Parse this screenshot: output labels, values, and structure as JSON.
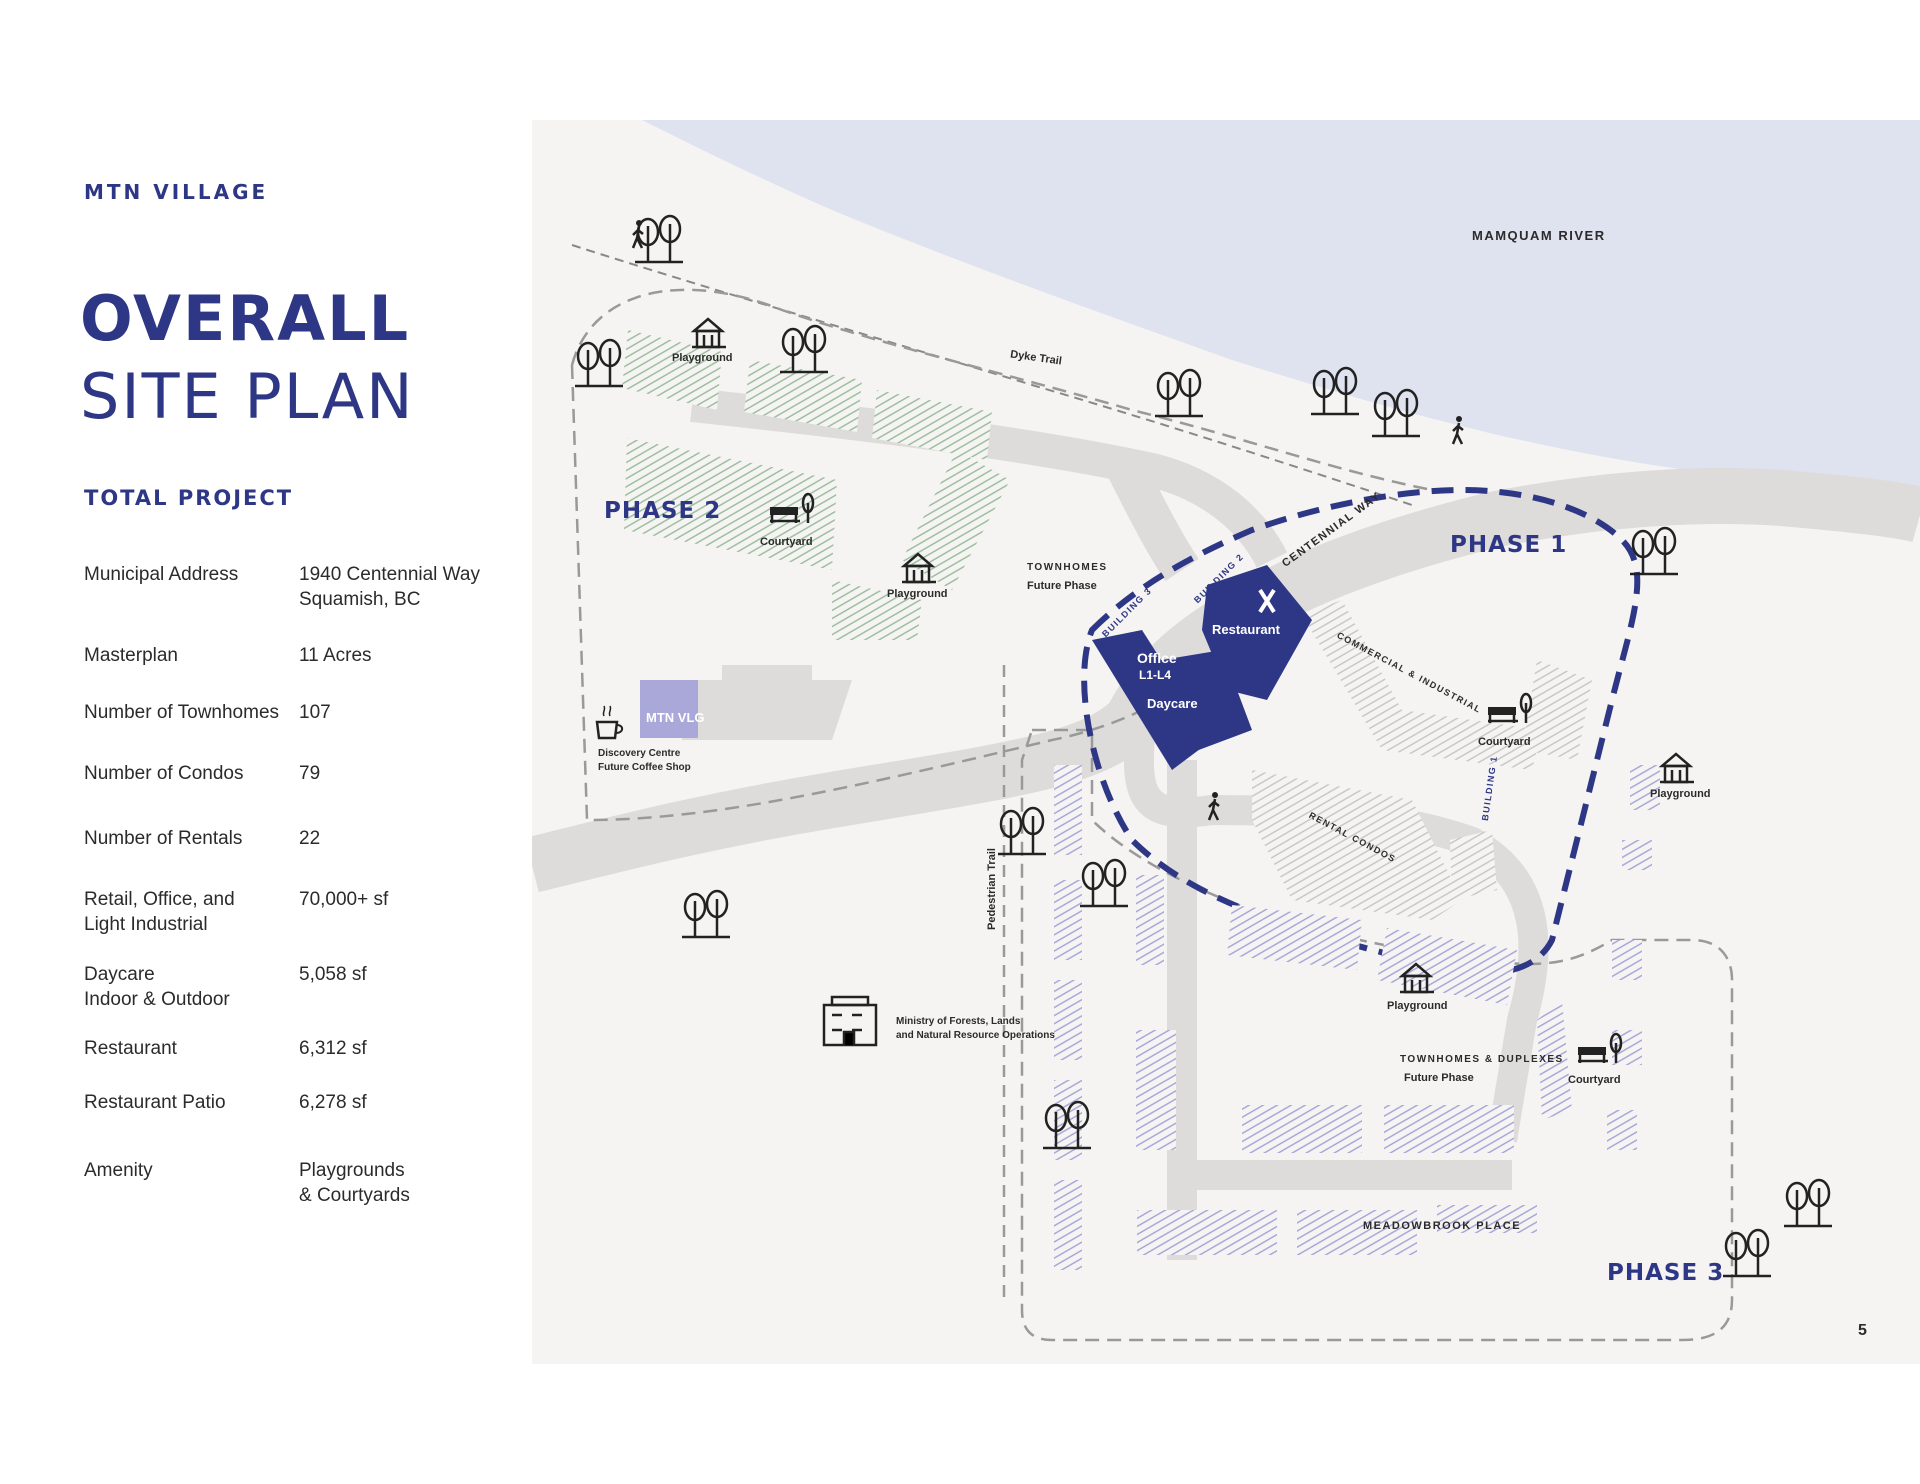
{
  "brand": "MTN VILLAGE",
  "title": {
    "line1": "OVERALL",
    "line2": "SITE PLAN"
  },
  "section_heading": "TOTAL PROJECT",
  "project_rows": [
    {
      "label": "Municipal Address",
      "value": "1940 Centennial Way\nSquamish, BC"
    },
    {
      "label": "Masterplan",
      "value": "11 Acres"
    },
    {
      "label": "Number of Townhomes",
      "value": "107"
    },
    {
      "label": "Number of Condos",
      "value": "79"
    },
    {
      "label": "Number of Rentals",
      "value": "22"
    },
    {
      "label": "Retail, Office, and\nLight Industrial",
      "value": "70,000+ sf"
    },
    {
      "label": "Daycare\nIndoor & Outdoor",
      "value": "5,058 sf"
    },
    {
      "label": "Restaurant",
      "value": "6,312 sf"
    },
    {
      "label": "Restaurant Patio",
      "value": "6,278 sf"
    },
    {
      "label": "Amenity",
      "value": "Playgrounds\n& Courtyards"
    }
  ],
  "map": {
    "river": "MAMQUAM RIVER",
    "dyke_trail": "Dyke Trail",
    "centennial_way": "CENTENNIAL WAY",
    "pedestrian_trail": "Pedestrian Trail",
    "meadowbrook": "MEADOWBROOK PLACE",
    "phase1": "PHASE 1",
    "phase2": "PHASE 2",
    "phase3": "PHASE 3",
    "playground": "Playground",
    "courtyard": "Courtyard",
    "townhomes_p2": "TOWNHOMES",
    "future_phase": "Future Phase",
    "discovery_centre": "Discovery Centre",
    "future_coffee": "Future Coffee Shop",
    "ministry_line1": "Ministry of Forests, Lands",
    "ministry_line2": "and Natural Resource Operations",
    "building1": "BUILDING 1",
    "building2": "BUILDING 2",
    "building3": "BUILDING 3",
    "office": "Office",
    "office_floors": "L1-L4",
    "daycare": "Daycare",
    "restaurant": "Restaurant",
    "commercial": "COMMERCIAL & INDUSTRIAL",
    "rental_condos": "RENTAL CONDOS",
    "townhomes_duplexes": "TOWNHOMES & DUPLEXES",
    "logo_text": "MTN VLG"
  },
  "colors": {
    "navy": "#2e3785",
    "river": "#dfe2ef",
    "ground": "#f5f4f2",
    "road": "#dddcda",
    "green_hatch": "#9dbf9f",
    "purple_hatch": "#a9a8d8",
    "gray_hatch": "#c9c8c5"
  },
  "page_number": "5"
}
